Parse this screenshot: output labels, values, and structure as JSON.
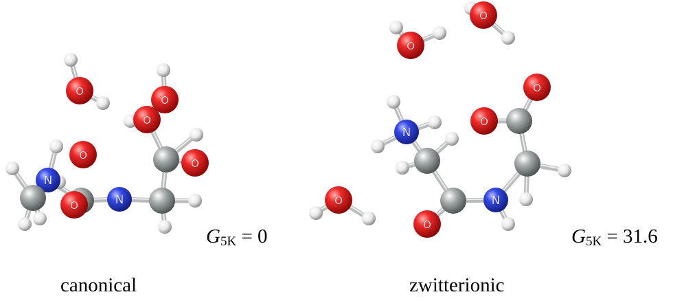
{
  "colors": {
    "O": "#e01818",
    "N": "#2b3bdc",
    "C": "#9aa0a0",
    "H": "#e6e6e6",
    "bond": "#b9bcbc"
  },
  "atom_label_names": {
    "O": "O",
    "N": "N"
  },
  "panels": [
    {
      "id": "canonical",
      "caption": "canonical",
      "energy_symbol": "G",
      "energy_subscript": "5K",
      "energy_value": "= 0"
    },
    {
      "id": "zwitterionic",
      "caption": "zwitterionic",
      "energy_symbol": "G",
      "energy_subscript": "5K",
      "energy_value": "= 31.6"
    }
  ]
}
